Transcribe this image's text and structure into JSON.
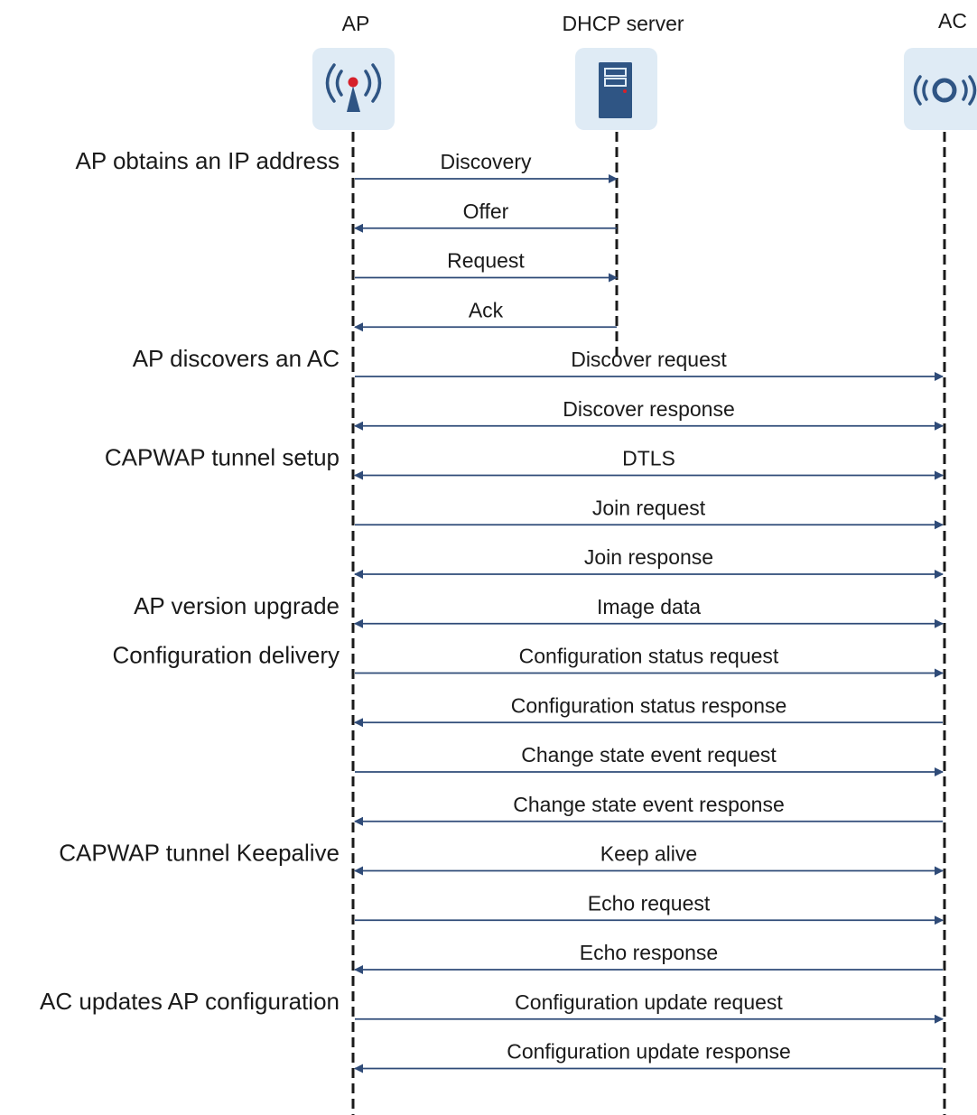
{
  "colors": {
    "line": "#2f4b78",
    "lifeline": "#1a1a1a",
    "icon_bg": "#dfebf5",
    "icon_fg": "#2f5584",
    "accent": "#d6202a"
  },
  "participants": [
    {
      "key": "ap",
      "name": "AP",
      "icon": "wireless-antenna-icon"
    },
    {
      "key": "dhcp",
      "name": "DHCP server",
      "icon": "server-icon"
    },
    {
      "key": "ac",
      "name": "AC",
      "icon": "wireless-controller-icon"
    }
  ],
  "phases": [
    {
      "label": "AP obtains an IP address",
      "row": 0
    },
    {
      "label": "AP discovers an AC",
      "row": 4
    },
    {
      "label": "CAPWAP tunnel setup",
      "row": 6
    },
    {
      "label": "AP version upgrade",
      "row": 9
    },
    {
      "label": "Configuration delivery",
      "row": 10
    },
    {
      "label": "CAPWAP tunnel Keepalive",
      "row": 14
    },
    {
      "label": "AC updates AP configuration",
      "row": 17
    }
  ],
  "messages": [
    {
      "label": "Discovery",
      "from": "ap",
      "to": "dhcp",
      "bidirectional": false
    },
    {
      "label": "Offer",
      "from": "dhcp",
      "to": "ap",
      "bidirectional": false
    },
    {
      "label": "Request",
      "from": "ap",
      "to": "dhcp",
      "bidirectional": false
    },
    {
      "label": "Ack",
      "from": "dhcp",
      "to": "ap",
      "bidirectional": false
    },
    {
      "label": "Discover request",
      "from": "ap",
      "to": "ac",
      "bidirectional": false
    },
    {
      "label": "Discover response",
      "from": "ac",
      "to": "ap",
      "bidirectional": true
    },
    {
      "label": "DTLS",
      "from": "ap",
      "to": "ac",
      "bidirectional": true
    },
    {
      "label": "Join request",
      "from": "ap",
      "to": "ac",
      "bidirectional": false
    },
    {
      "label": "Join response",
      "from": "ac",
      "to": "ap",
      "bidirectional": true
    },
    {
      "label": "Image data",
      "from": "ap",
      "to": "ac",
      "bidirectional": true
    },
    {
      "label": "Configuration status request",
      "from": "ap",
      "to": "ac",
      "bidirectional": false
    },
    {
      "label": "Configuration status response",
      "from": "ac",
      "to": "ap",
      "bidirectional": false
    },
    {
      "label": "Change state event request",
      "from": "ap",
      "to": "ac",
      "bidirectional": false
    },
    {
      "label": "Change state event response",
      "from": "ac",
      "to": "ap",
      "bidirectional": false
    },
    {
      "label": "Keep alive",
      "from": "ap",
      "to": "ac",
      "bidirectional": true
    },
    {
      "label": "Echo request",
      "from": "ap",
      "to": "ac",
      "bidirectional": false
    },
    {
      "label": "Echo response",
      "from": "ac",
      "to": "ap",
      "bidirectional": false
    },
    {
      "label": "Configuration update request",
      "from": "ap",
      "to": "ac",
      "bidirectional": false
    },
    {
      "label": "Configuration update response",
      "from": "ac",
      "to": "ap",
      "bidirectional": false
    }
  ]
}
